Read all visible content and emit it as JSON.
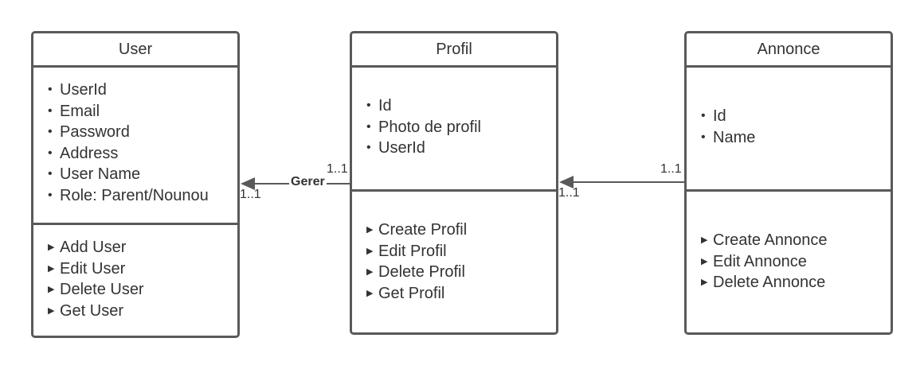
{
  "classes": {
    "user": {
      "title": "User",
      "attributes": [
        "UserId",
        "Email",
        "Password",
        "Address",
        "User Name",
        "Role: Parent/Nounou"
      ],
      "methods": [
        "Add User",
        "Edit User",
        "Delete User",
        "Get User"
      ]
    },
    "profil": {
      "title": "Profil",
      "attributes": [
        "Id",
        "Photo de profil",
        "UserId"
      ],
      "methods": [
        "Create Profil",
        "Edit Profil",
        "Delete Profil",
        "Get Profil"
      ]
    },
    "annonce": {
      "title": "Annonce",
      "attributes": [
        "Id",
        "Name"
      ],
      "methods": [
        "Create Annonce",
        "Edit Annonce",
        "Delete Annonce"
      ]
    }
  },
  "relations": {
    "profil_user": {
      "label": "Gerer",
      "source_multiplicity": "1..1",
      "target_multiplicity": "1..1"
    },
    "annonce_profil": {
      "source_multiplicity": "1..1",
      "target_multiplicity": "1..1"
    }
  },
  "colors": {
    "border": "#595959",
    "text": "#333333",
    "background": "#ffffff"
  }
}
